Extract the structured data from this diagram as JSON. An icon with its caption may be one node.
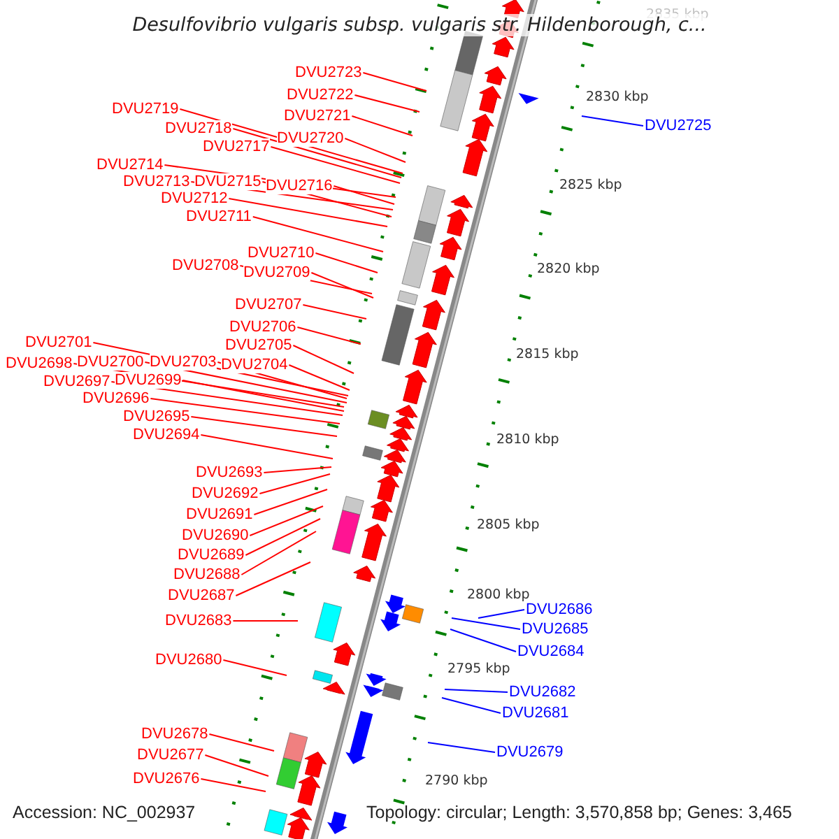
{
  "diagram": {
    "title": "Desulfovibrio vulgaris subsp. vulgaris str. Hildenborough, c...",
    "nodes": [
      {
        "text": [
          "DVU2723"
        ]
      },
      {
        "text": [
          "DVU2722"
        ]
      },
      {
        "text": [
          "DVU2719"
        ]
      },
      {
        "text": [
          "DVU2721"
        ]
      },
      {
        "text": [
          "DVU2725"
        ]
      },
      {
        "text": [
          "DVU2718"
        ]
      },
      {
        "text": [
          "DVU2720"
        ]
      },
      {
        "text": [
          "DVU2717"
        ]
      },
      {
        "text": [
          "DVU2714"
        ]
      },
      {
        "text": [
          "DVU2713"
        ]
      },
      {
        "text": [
          "DVU2715"
        ]
      },
      {
        "text": [
          "DVU2716"
        ]
      },
      {
        "text": [
          "DVU2712"
        ]
      },
      {
        "text": [
          "DVU2711"
        ]
      },
      {
        "text": [
          "DVU2710"
        ]
      },
      {
        "text": [
          "DVU2708"
        ]
      },
      {
        "text": [
          "DVU2709"
        ]
      },
      {
        "text": [
          "DVU2707"
        ]
      },
      {
        "text": [
          "DVU2706"
        ]
      },
      {
        "text": [
          "DVU2701"
        ]
      },
      {
        "text": [
          "DVU2705"
        ]
      },
      {
        "text": [
          "DVU2698"
        ]
      },
      {
        "text": [
          "DVU2700"
        ]
      },
      {
        "text": [
          "DVU2703"
        ]
      },
      {
        "text": [
          "DVU2704"
        ]
      },
      {
        "text": [
          "DVU2697"
        ]
      },
      {
        "text": [
          "DVU2699"
        ]
      },
      {
        "text": [
          "DVU2696"
        ]
      },
      {
        "text": [
          "DVU2695"
        ]
      },
      {
        "text": [
          "DVU2694"
        ]
      },
      {
        "text": [
          "DVU2693"
        ]
      },
      {
        "text": [
          "DVU2692"
        ]
      },
      {
        "text": [
          "DVU2691"
        ]
      },
      {
        "text": [
          "DVU2690"
        ]
      },
      {
        "text": [
          "DVU2689"
        ]
      },
      {
        "text": [
          "DVU2688"
        ]
      },
      {
        "text": [
          "DVU2687"
        ]
      },
      {
        "text": [
          "DVU2686"
        ]
      },
      {
        "text": [
          "DVU2683"
        ]
      },
      {
        "text": [
          "DVU2685"
        ]
      },
      {
        "text": [
          "DVU2684"
        ]
      },
      {
        "text": [
          "DVU2680"
        ]
      },
      {
        "text": [
          "DVU2682"
        ]
      },
      {
        "text": [
          "DVU2681"
        ]
      },
      {
        "text": [
          "DVU2678"
        ]
      },
      {
        "text": [
          "DVU2679"
        ]
      },
      {
        "text": [
          "DVU2677"
        ]
      },
      {
        "text": [
          "DVU2676"
        ]
      }
    ],
    "edges": [
      {
        "from": 0,
        "to": null,
        "arrow": "none"
      },
      {
        "from": 1,
        "to": null,
        "arrow": "none"
      },
      {
        "from": 2,
        "to": null,
        "arrow": "none"
      },
      {
        "from": 3,
        "to": null,
        "arrow": "none"
      },
      {
        "from": 4,
        "to": null,
        "arrow": "none",
        "color": "#0000ff"
      },
      {
        "from": 5,
        "to": null,
        "arrow": "none"
      },
      {
        "from": 6,
        "to": null,
        "arrow": "none"
      },
      {
        "from": 7,
        "to": null,
        "arrow": "none"
      },
      {
        "from": 8,
        "to": null,
        "arrow": "none"
      },
      {
        "from": 9,
        "to": null,
        "arrow": "none"
      },
      {
        "from": 10,
        "to": null,
        "arrow": "none"
      },
      {
        "from": 11,
        "to": null,
        "arrow": "none"
      },
      {
        "from": 12,
        "to": null,
        "arrow": "none"
      },
      {
        "from": 13,
        "to": null,
        "arrow": "none"
      },
      {
        "from": 14,
        "to": null,
        "arrow": "none"
      },
      {
        "from": 15,
        "to": null,
        "arrow": "none"
      },
      {
        "from": 16,
        "to": null,
        "arrow": "none"
      },
      {
        "from": 17,
        "to": null,
        "arrow": "none"
      },
      {
        "from": 18,
        "to": null,
        "arrow": "none"
      },
      {
        "from": 19,
        "to": null,
        "arrow": "none"
      },
      {
        "from": 20,
        "to": null,
        "arrow": "none"
      },
      {
        "from": 21,
        "to": null,
        "arrow": "none"
      },
      {
        "from": 22,
        "to": null,
        "arrow": "none"
      },
      {
        "from": 23,
        "to": null,
        "arrow": "none"
      },
      {
        "from": 24,
        "to": null,
        "arrow": "none"
      },
      {
        "from": 25,
        "to": null,
        "arrow": "none"
      },
      {
        "from": 26,
        "to": null,
        "arrow": "none"
      },
      {
        "from": 27,
        "to": null,
        "arrow": "none"
      },
      {
        "from": 28,
        "to": null,
        "arrow": "none"
      },
      {
        "from": 29,
        "to": null,
        "arrow": "none"
      },
      {
        "from": 30,
        "to": null,
        "arrow": "none"
      },
      {
        "from": 31,
        "to": null,
        "arrow": "none"
      },
      {
        "from": 32,
        "to": null,
        "arrow": "none"
      },
      {
        "from": 33,
        "to": null,
        "arrow": "none"
      },
      {
        "from": 34,
        "to": null,
        "arrow": "none"
      },
      {
        "from": 35,
        "to": null,
        "arrow": "none"
      },
      {
        "from": 36,
        "to": null,
        "arrow": "none"
      },
      {
        "from": 37,
        "to": null,
        "arrow": "none",
        "color": "#0000ff"
      },
      {
        "from": 38,
        "to": null,
        "arrow": "none"
      },
      {
        "from": 39,
        "to": null,
        "arrow": "none",
        "color": "#0000ff"
      },
      {
        "from": 40,
        "to": null,
        "arrow": "none",
        "color": "#0000ff"
      },
      {
        "from": 41,
        "to": null,
        "arrow": "none"
      },
      {
        "from": 42,
        "to": null,
        "arrow": "none",
        "color": "#0000ff"
      },
      {
        "from": 43,
        "to": null,
        "arrow": "none",
        "color": "#0000ff"
      },
      {
        "from": 44,
        "to": null,
        "arrow": "none"
      },
      {
        "from": 45,
        "to": null,
        "arrow": "none",
        "color": "#0000ff"
      },
      {
        "from": 46,
        "to": null,
        "arrow": "none"
      },
      {
        "from": 47,
        "to": null,
        "arrow": "none"
      }
    ],
    "labels": [
      "2835 kbp",
      "2830 kbp",
      "2825 kbp",
      "2820 kbp",
      "2815 kbp",
      "2810 kbp",
      "2805 kbp",
      "2800 kbp",
      "2795 kbp",
      "2790 kbp",
      "Accession: NC_002937",
      "Topology: circular; Length: 3,570,858 bp; Genes: 3,465"
    ]
  }
}
